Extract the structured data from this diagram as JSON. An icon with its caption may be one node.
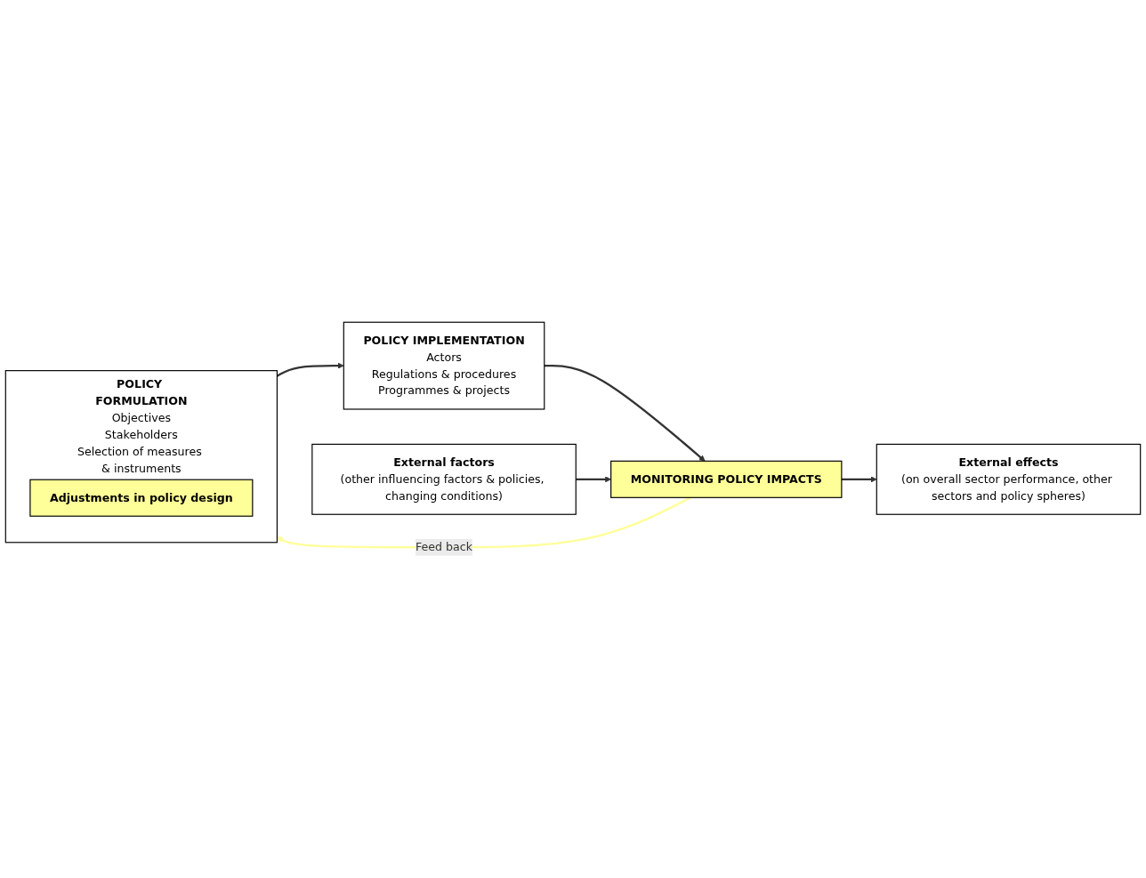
{
  "diagram": {
    "nodes": [
      {
        "text": [
          "POLICY FORMULATION",
          "Objectives",
          "Stakeholders",
          "Selection of measures & instruments"
        ]
      },
      {
        "text": [
          "Adjustments in policy design"
        ],
        "in": 0
      },
      {
        "text": [
          "POLICY IMPLEMENTATION",
          "Actors",
          "Regulations & procedures",
          "Programmes & projects"
        ]
      },
      {
        "text": [
          "MONITORING POLICY IMPACTS"
        ]
      },
      {
        "text": [
          "External effects",
          "(on overall sector performance, other sectors and policy spheres)"
        ]
      },
      {
        "text": [
          "External factors",
          "(other influencing factors & policies, changing conditions)"
        ]
      }
    ],
    "edges": [
      {
        "from": 0,
        "to": 2,
        "arrow": "to"
      },
      {
        "from": 2,
        "to": 3,
        "arrow": "to"
      },
      {
        "from": 3,
        "to": 0,
        "arrow": "to",
        "label": "Feed back",
        "color": "#ffff99"
      },
      {
        "from": 3,
        "to": 4,
        "arrow": "to"
      },
      {
        "from": 5,
        "to": 3,
        "arrow": "to"
      }
    ]
  }
}
